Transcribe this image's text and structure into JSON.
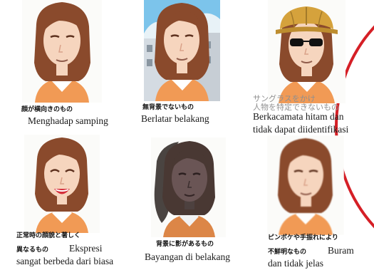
{
  "examples": [
    {
      "jp": "顔が横向きのもの",
      "id": "Menghadap samping"
    },
    {
      "jp": "無背景でないもの",
      "id": "Berlatar belakang"
    },
    {
      "jp_line1": "サングラスをかけ",
      "jp_line2": "人物を特定できないもの",
      "id_line1": "Berkacamata hitam dan",
      "id_line2": "tidak dapat diidentifikasi"
    },
    {
      "jp_line1": "正常時の顔貌と著しく",
      "jp_line2": "異なるもの",
      "id_inline": "Ekspresi",
      "id_line2": "sangat berbeda dari biasa"
    },
    {
      "jp": "背景に影があるもの",
      "id": "Bayangan di belakang"
    },
    {
      "jp_line1": "ピンボケや手振れにより",
      "jp_line2": "不鮮明なもの",
      "id_inline": "Buram",
      "id_line2": "dan tidak jelas"
    }
  ],
  "colors": {
    "accent": "#d51f26",
    "hair": "#8a4a2c",
    "shirt": "#f19a55",
    "skin": "#f6d5be"
  }
}
